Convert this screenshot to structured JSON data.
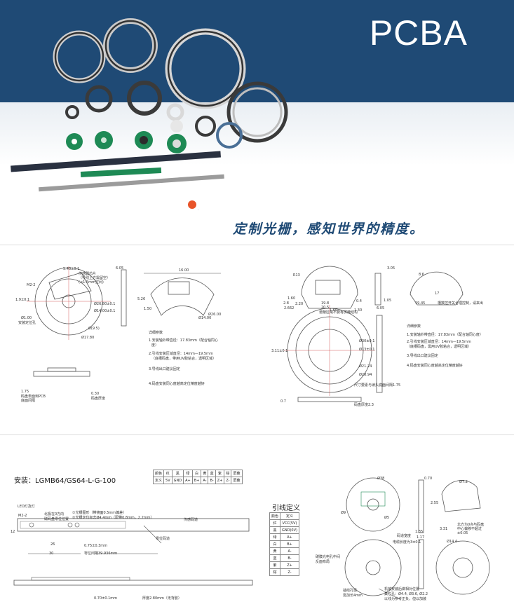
{
  "header": {
    "title": "PCBA",
    "slogan": "定制光栅，感知世界的精度。"
  },
  "colors": {
    "navy": "#1f4a75",
    "accent": "#e8542a",
    "ring": "#3b3b3b",
    "pcb": "#1e8a55"
  },
  "drawing_a": {
    "labels": [
      "5.40±0.1",
      "传感器芯片",
      "（导线上方需留空）",
      "(≤1.5mm空间)",
      "6.05",
      "M2-2",
      "1.9±0.1",
      "Ø26.80±0.1",
      "Ø14.00±0.1",
      "Ø1.00",
      "安装定位孔",
      "Ø(9.5)",
      "Ø17.80"
    ],
    "bottom": [
      "1.75",
      "码盘表面到PCB",
      "底面间隔",
      "0.30",
      "码盘厚度"
    ]
  },
  "drawing_b": {
    "labels": [
      "16.00",
      "5.26",
      "1.50",
      "Ø14.00",
      "Ø26.00"
    ]
  },
  "params_a": {
    "head": "详细参数",
    "items": [
      "1.安装轴外带直径：17.83mm（配合轴同心",
      "度）",
      "2.引线安装区域直径：14mm—19.5mm",
      "（底槽码盘，带用UV胶粘合，透明区域）",
      "3.导线出口建议固定",
      "4.码盘安装同心度越高定位精度越好"
    ]
  },
  "drawing_c": {
    "labels": [
      "R13",
      "1.60",
      "2.8",
      "2.662",
      "2.20",
      "19.8",
      "20.5",
      "0.4",
      "3.05",
      "1.05",
      "8.6",
      "17",
      "19.45",
      "6.05",
      "Ø30±0.1",
      "Ø13±0.1",
      "Ø21.24",
      "Ø28.94",
      "3.11±0.1",
      "0.7",
      "1.30",
      "1.60"
    ],
    "notes": [
      "遮蔽区域不要有屏蔽结构",
      "槽数控开关合理控制，请来出",
      "尺寸要素与读头底面间隔1.75",
      "码盘厚度2.3"
    ]
  },
  "params_b": {
    "head": "详细参数",
    "items": [
      "1.安装轴外带直径：17.83mm（配合轴同心度）",
      "2.引线安装区域直径：14mm—19.5mm",
      "（底槽码盘，需用UV胶粘合，透明区域）",
      "3.导线出口建议固定",
      "4.码盘安装同心度越高定位精度越好"
    ]
  },
  "install": {
    "title": "安装：LGMB64/GS64-L-G-100",
    "labels": [
      "LED灯及灯",
      "M2-2",
      "北极在0方向",
      "磁码盘零位位置",
      "①光栅图形（带镜面0.5mm偏差）",
      "②光栅定位标志Ø4.4mm（配带0.8mm，2.2mm）",
      "传感码道",
      "零位码道",
      "12",
      "26",
      "30",
      "0.75±0.3mm",
      "零位间隔39.936mm",
      "0.70±0.1mm",
      "厚度2.80mm（无背胶）"
    ]
  },
  "pin_table": {
    "rows": [
      [
        "颜色",
        "红",
        "黑",
        "绿",
        "白",
        "黄",
        "蓝",
        "紫",
        "棕",
        "屏蔽"
      ],
      [
        "定义",
        "5V",
        "GND",
        "A+",
        "B+",
        "A-",
        "B-",
        "Z+",
        "Z-",
        "屏蔽"
      ]
    ]
  },
  "lead_def": {
    "title": "引线定义",
    "head": [
      "颜色",
      "定义"
    ],
    "rows": [
      [
        "红",
        "VCC(5V)"
      ],
      [
        "黑",
        "GND(0V)"
      ],
      [
        "绿",
        "A+"
      ],
      [
        "白",
        "B+"
      ],
      [
        "黄",
        "A-"
      ],
      [
        "蓝",
        "B-"
      ],
      [
        "紫",
        "Z+"
      ],
      [
        "棕",
        "Z-"
      ]
    ]
  },
  "drawing_d": {
    "labels": [
      "Ø38",
      "Ø9",
      "Ø5",
      "0.70",
      "2.55",
      "Ø7.2",
      "码道宽度",
      "1.35",
      "3.31",
      "1.17",
      "电缆长度为3±0.1",
      "Ø14.4",
      "北方为0点与码盘",
      "中心偏移不超过",
      "±0.05",
      "碳膜光电孔中间",
      "反面布局",
      "插线孔径",
      "需加长4mm",
      "机械安装后做相对位置",
      "其它孔：Ø4.4, Ø3.6, Ø2.2",
      "以线为参考正负，但以加装"
    ]
  }
}
